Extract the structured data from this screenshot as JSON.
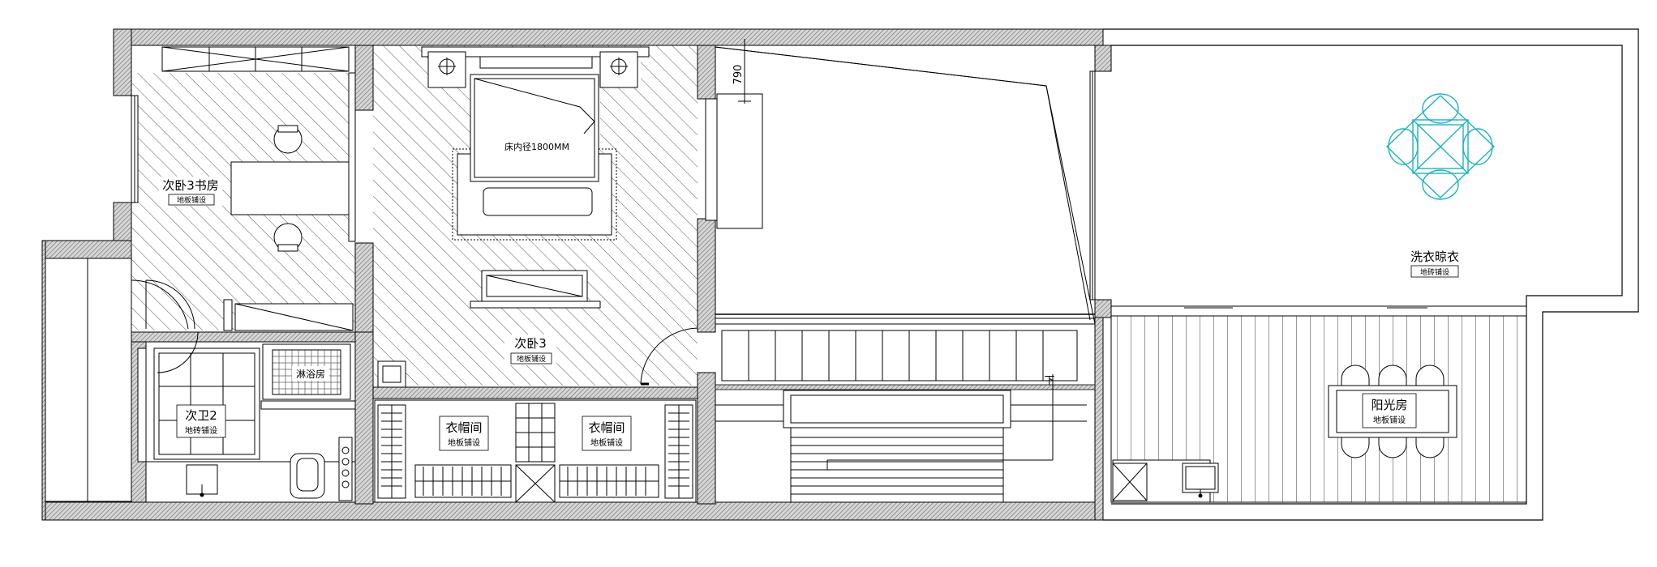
{
  "rooms": {
    "study": {
      "name": "次卧3书房",
      "floor": "地板铺设"
    },
    "bedroom": {
      "name": "次卧3",
      "floor": "地板铺设"
    },
    "bathroom": {
      "name": "次卫2",
      "floor": "地砖铺设"
    },
    "shower": {
      "name": "淋浴房"
    },
    "closet_left": {
      "name": "衣帽间",
      "floor": "地板铺设"
    },
    "closet_right": {
      "name": "衣帽间",
      "floor": "地板铺设"
    },
    "laundry": {
      "name": "洗衣晾衣",
      "floor": "地砖铺设"
    },
    "sunroom": {
      "name": "阳光房",
      "floor": "地板铺设"
    }
  },
  "annotations": {
    "bed_size": "床内径1800MM",
    "dimension": "790",
    "stair_down": "下"
  }
}
